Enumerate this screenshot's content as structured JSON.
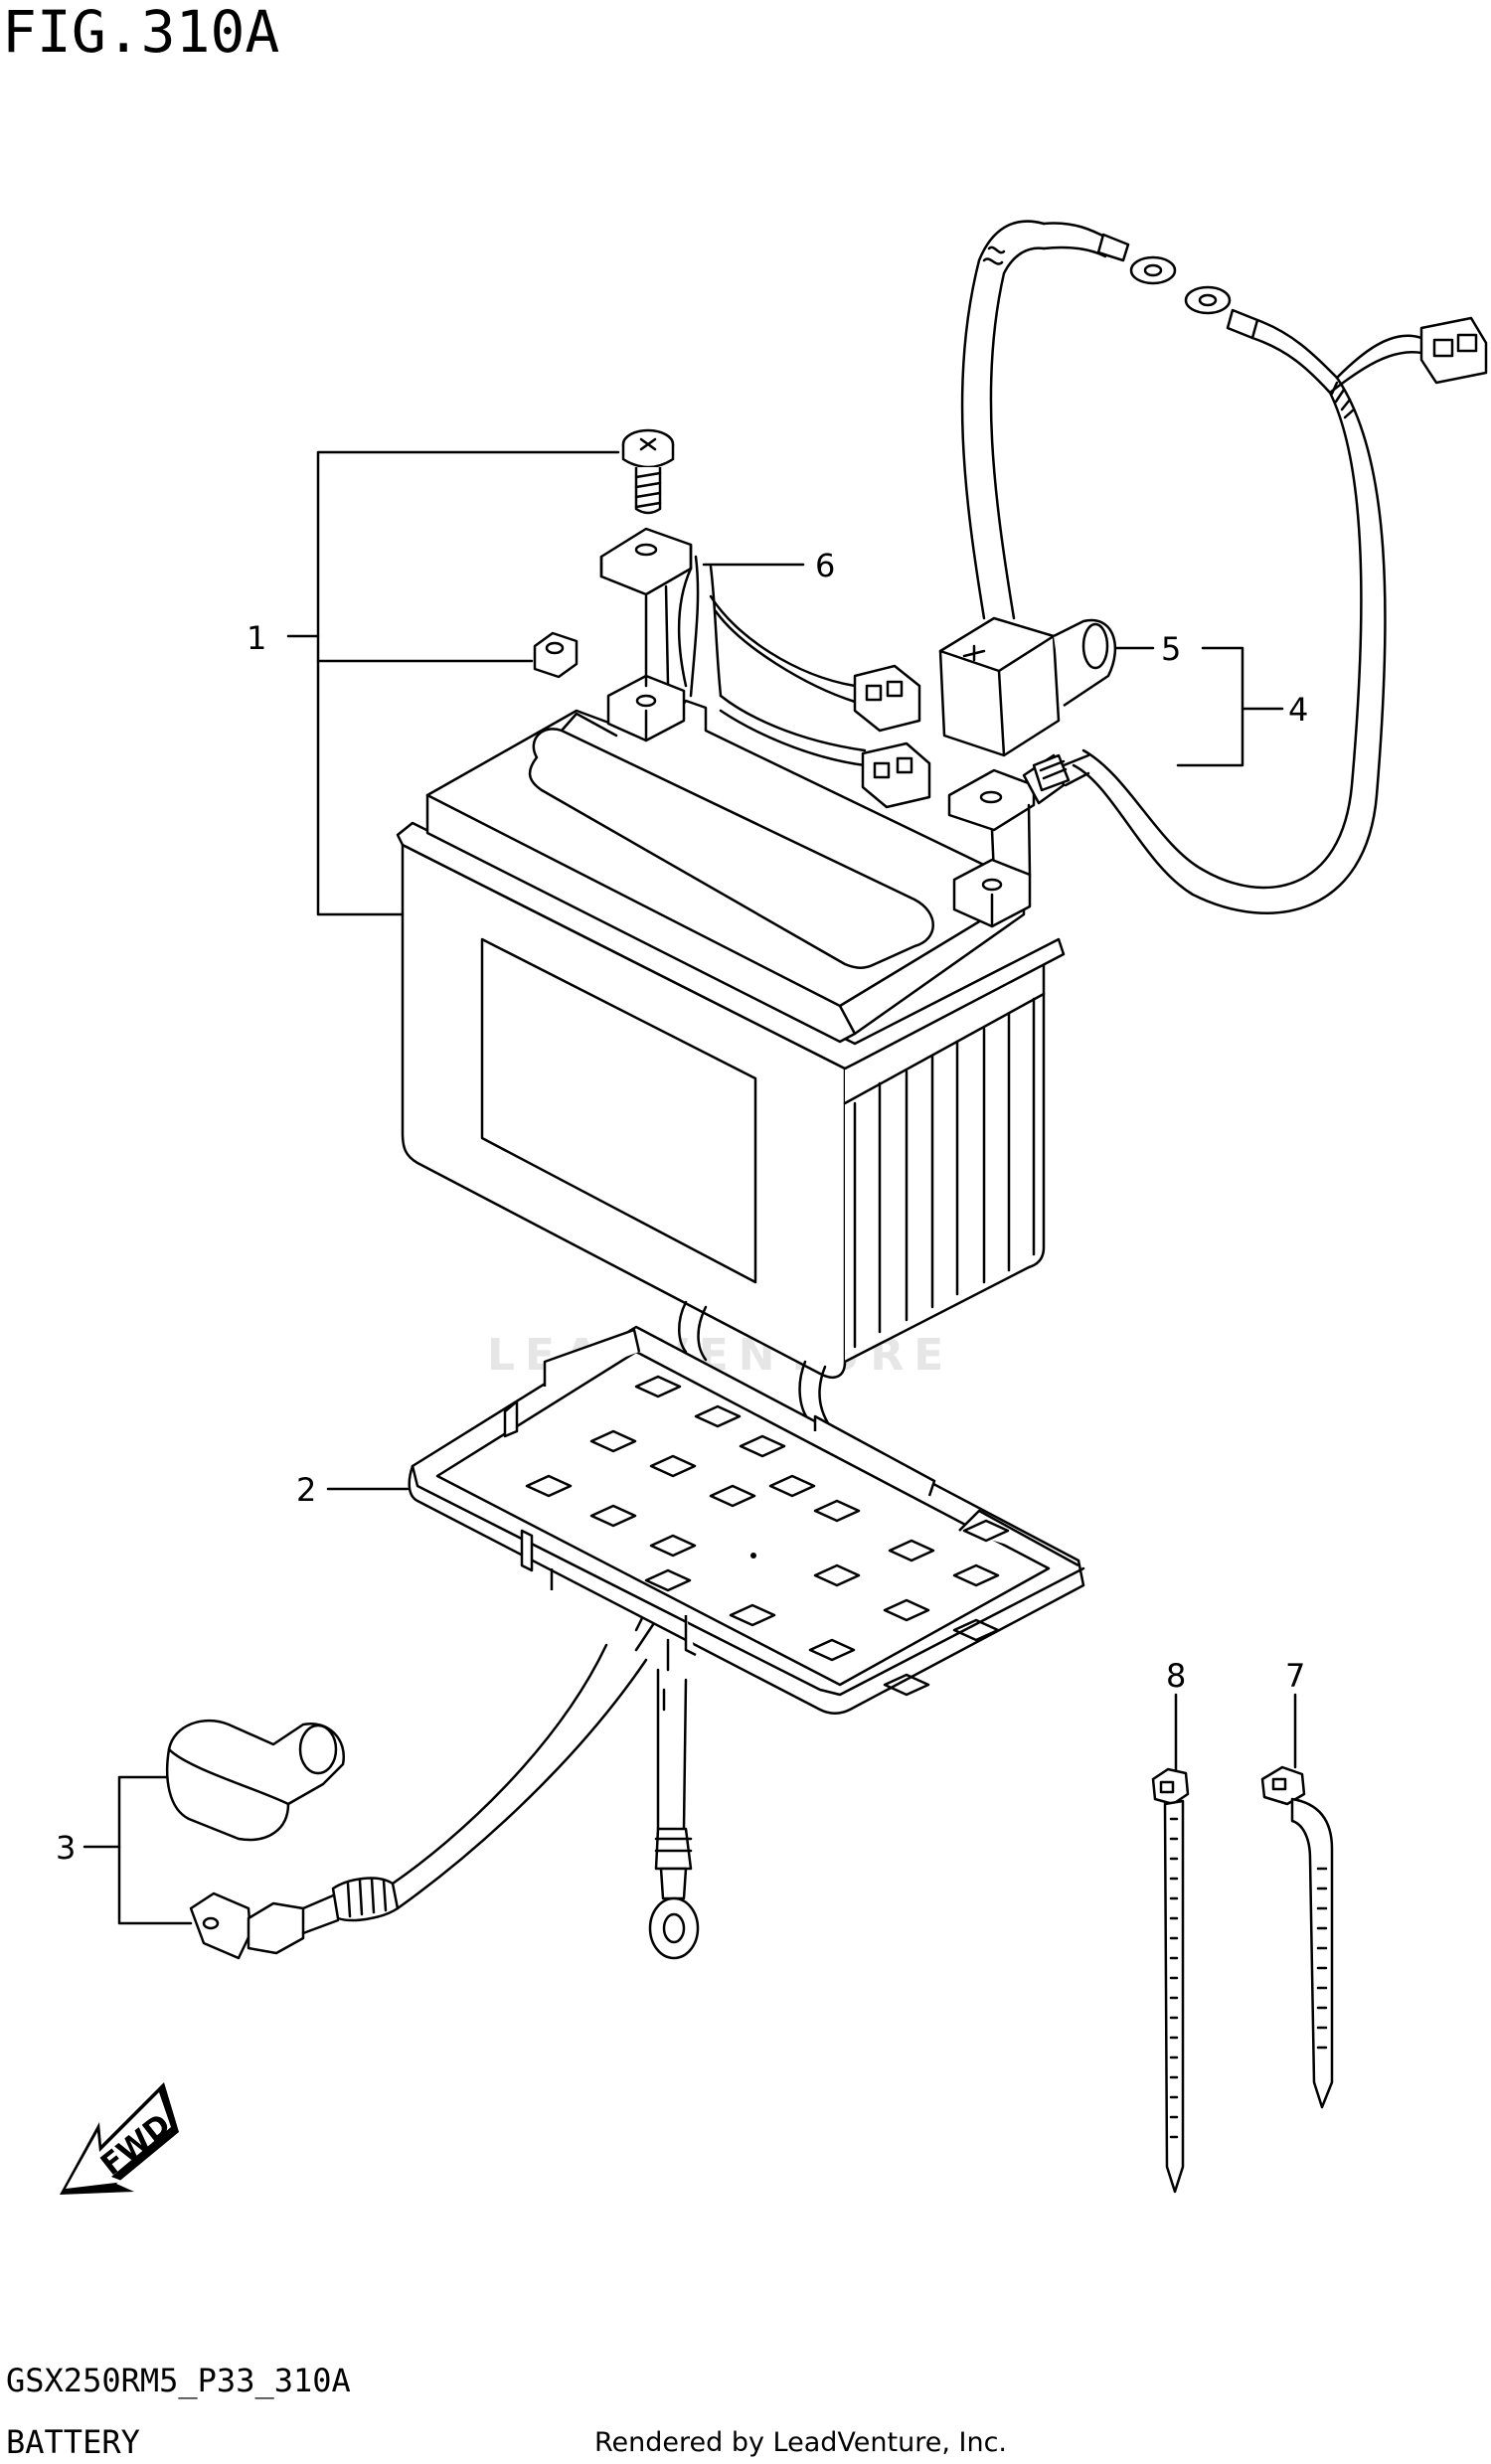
{
  "header": {
    "figure_title": "FIG.310A"
  },
  "callouts": [
    "1",
    "2",
    "3",
    "4",
    "5",
    "6",
    "7",
    "8"
  ],
  "direction_arrow_label": "FWD",
  "footer": {
    "diagram_code": "GSX250RM5_P33_310A",
    "section_name": "BATTERY",
    "rendered_by": "Rendered by LeadVenture, Inc."
  },
  "watermark": {
    "text": "LEADVENTURE",
    "color": "#e6e6e6"
  }
}
